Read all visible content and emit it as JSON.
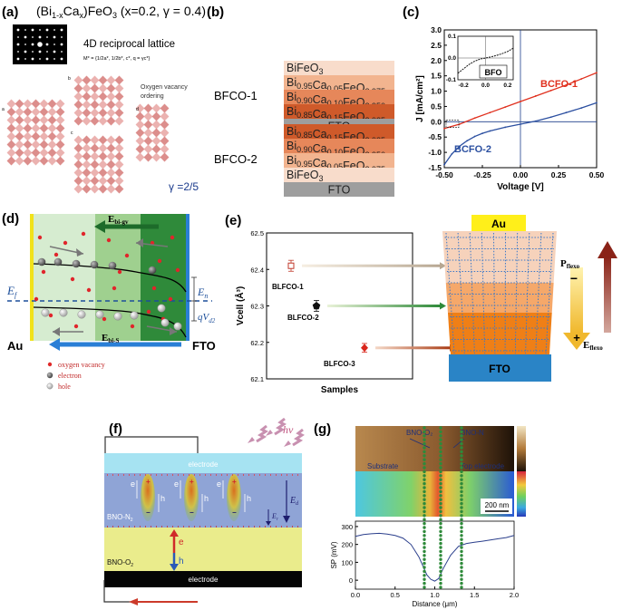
{
  "figure": {
    "panels": {
      "a": {
        "label": "(a)",
        "formula_main": "(Bi",
        "formula_sub1": "1-x",
        "formula_mid": "Ca",
        "formula_sub2": "x",
        "formula_tail": ")FeO",
        "formula_sub3": "3",
        "formula_params": " (x=0.2, γ = 0.4)",
        "lattice_title": "4D reciprocal lattice",
        "lattice_formula": "M* = {1/2a*, 1/2b*, c*, q = γc*}",
        "ordering_line1": "Oxygen vacancy",
        "ordering_line2": "ordering",
        "gamma": "γ =2/5",
        "sub_labels": [
          "a",
          "b",
          "c",
          "d"
        ]
      },
      "b": {
        "label": "(b)",
        "group1_name": "BFCO-1",
        "group2_name": "BFCO-2",
        "group1_layers": [
          {
            "base": "BiFeO",
            "sub": "3",
            "fill": "#f8dccb"
          },
          {
            "base": "Bi0.95Ca0.05FeO",
            "sub": "2.975",
            "fill": "#f2b48f"
          },
          {
            "base": "Bi0.90Ca0.10FeO",
            "sub": "2.950",
            "fill": "#e6875a"
          },
          {
            "base": "Bi0.85Ca0.15FeO",
            "sub": "2.925",
            "fill": "#cf5a2a"
          }
        ],
        "group2_layers": [
          {
            "base": "Bi0.85Ca0.15FeO",
            "sub": "2.925",
            "fill": "#cf5a2a"
          },
          {
            "base": "Bi0.90Ca0.10FeO",
            "sub": "2.950",
            "fill": "#e6875a"
          },
          {
            "base": "Bi0.95Ca0.05FeO",
            "sub": "2.975",
            "fill": "#f2b48f"
          },
          {
            "base": "BiFeO",
            "sub": "3",
            "fill": "#f8dccb"
          }
        ],
        "substrate": "FTO"
      },
      "c": {
        "label": "(c)",
        "series_labels": [
          "BCFO-1",
          "BCFO-2"
        ],
        "inset_label": "BFO",
        "xlabel": "Voltage [V]",
        "ylabel": "J [mA/cm²]"
      },
      "d": {
        "label": "(d)",
        "ebi_gv": "E",
        "ebi_gv_sub": "bi-gv",
        "ebi_s": "E",
        "ebi_s_sub": "bi-S",
        "ef": "E",
        "ef_sub": "f",
        "en": "E",
        "en_sub": "n",
        "qv": "qV",
        "qv_sub": "d2",
        "left_electrode": "Au",
        "right_electrode": "FTO",
        "legend": [
          "oxygen vacancy",
          "electron",
          "hole"
        ]
      },
      "e": {
        "label": "(e)",
        "ylabel": "Vcell (Å³)",
        "xlabel": "Samples",
        "points": [
          "BLFCO-1",
          "BLFCO-2",
          "BLFCO-3"
        ],
        "top_electrode": "Au",
        "bottom_electrode": "FTO",
        "p_label": "P",
        "p_sub": "flexo",
        "e_label": "E",
        "e_sub": "flexo",
        "minus": "−",
        "plus": "+"
      },
      "f": {
        "label": "(f)",
        "hv": "hv",
        "electrode_top": "electrode",
        "electrode_bottom": "electrode",
        "bno_n": "BNO-N",
        "bno_n_sub": "2",
        "bno_o": "BNO-O",
        "bno_o_sub": "2",
        "ed": "E",
        "ed_sub": "d",
        "er": "E",
        "er_sub": "r",
        "e_char": "e",
        "h_char": "h"
      },
      "g": {
        "label": "(g)",
        "bno_o2": "BNO-O₂",
        "bno_n2": "BNO-N",
        "substrate": "Substrate",
        "top_electrode": "Top electrode",
        "scale_bar": "200 nm",
        "ylabel": "SP (mV)",
        "xlabel": "Distance (μm)"
      }
    }
  },
  "chart_data": [
    {
      "type": "line",
      "panel": "c",
      "xlabel": "Voltage [V]",
      "ylabel": "J [mA/cm²]",
      "xlim": [
        -0.5,
        0.5
      ],
      "ylim": [
        -1.5,
        3.0
      ],
      "xticks": [
        "-0.50",
        "-0.25",
        "0.00",
        "0.25",
        "0.50"
      ],
      "yticks": [
        "-1.5",
        "-1.0",
        "-0.5",
        "0.0",
        "0.5",
        "1.0",
        "1.5",
        "2.0",
        "2.5",
        "3.0"
      ],
      "series": [
        {
          "name": "BCFO-1",
          "color": "#e0301e",
          "x": [
            -0.5,
            -0.4,
            -0.3,
            -0.2,
            -0.1,
            0.0,
            0.1,
            0.2,
            0.3,
            0.4,
            0.5
          ],
          "y": [
            -0.22,
            -0.08,
            0.12,
            0.3,
            0.48,
            0.66,
            0.84,
            1.02,
            1.2,
            1.4,
            1.6
          ]
        },
        {
          "name": "BCFO-2",
          "color": "#2b4fa0",
          "x": [
            -0.5,
            -0.45,
            -0.4,
            -0.35,
            -0.3,
            -0.25,
            -0.2,
            -0.1,
            0.0,
            0.1,
            0.2,
            0.3,
            0.4,
            0.5
          ],
          "y": [
            -1.4,
            -1.05,
            -0.8,
            -0.62,
            -0.48,
            -0.38,
            -0.3,
            -0.18,
            -0.08,
            0.02,
            0.15,
            0.3,
            0.45,
            0.62
          ]
        }
      ],
      "inset": {
        "label": "BFO",
        "xlim": [
          -0.25,
          0.25
        ],
        "ylim": [
          -0.1,
          0.1
        ],
        "xticks": [
          "-0.2",
          "0.0",
          "0.2"
        ],
        "yticks": [
          "-0.1",
          "0.0",
          "0.1"
        ],
        "x": [
          -0.25,
          -0.2,
          -0.15,
          -0.1,
          -0.05,
          0.0,
          0.05,
          0.1,
          0.15,
          0.2,
          0.25
        ],
        "y": [
          -0.07,
          -0.05,
          -0.03,
          -0.015,
          -0.005,
          0.0,
          0.005,
          0.012,
          0.02,
          0.03,
          0.045
        ]
      }
    },
    {
      "type": "scatter",
      "panel": "e",
      "xlabel": "Samples",
      "ylabel": "Vcell (Å³)",
      "ylim": [
        62.1,
        62.5
      ],
      "yticks": [
        "62.1",
        "62.2",
        "62.3",
        "62.4",
        "62.5"
      ],
      "points": [
        {
          "name": "BLFCO-1",
          "value": 62.41,
          "err": 0.015,
          "color": "#c0392b",
          "marker": "open-square"
        },
        {
          "name": "BLFCO-2",
          "value": 62.3,
          "err": 0.015,
          "color": "#111111",
          "marker": "pentagon"
        },
        {
          "name": "BLFCO-3",
          "value": 62.185,
          "err": 0.012,
          "color": "#d9261c",
          "marker": "diamond"
        }
      ]
    },
    {
      "type": "line",
      "panel": "g",
      "xlabel": "Distance (μm)",
      "ylabel": "SP (mV)",
      "xlim": [
        0.0,
        2.0
      ],
      "ylim": [
        -50,
        330
      ],
      "xticks": [
        "0.0",
        "0.5",
        "1.0",
        "1.5",
        "2.0"
      ],
      "yticks": [
        "0",
        "100",
        "200",
        "300"
      ],
      "series": [
        {
          "name": "SP",
          "color": "#2b3f8c",
          "x": [
            0.0,
            0.1,
            0.2,
            0.3,
            0.4,
            0.5,
            0.6,
            0.7,
            0.8,
            0.85,
            0.9,
            0.95,
            1.0,
            1.05,
            1.1,
            1.2,
            1.3,
            1.4,
            1.5,
            1.6,
            1.7,
            1.8,
            1.9,
            2.0
          ],
          "y": [
            245,
            255,
            260,
            262,
            258,
            250,
            235,
            200,
            130,
            80,
            30,
            5,
            -5,
            10,
            60,
            140,
            190,
            205,
            212,
            218,
            225,
            232,
            238,
            250
          ]
        }
      ]
    }
  ]
}
